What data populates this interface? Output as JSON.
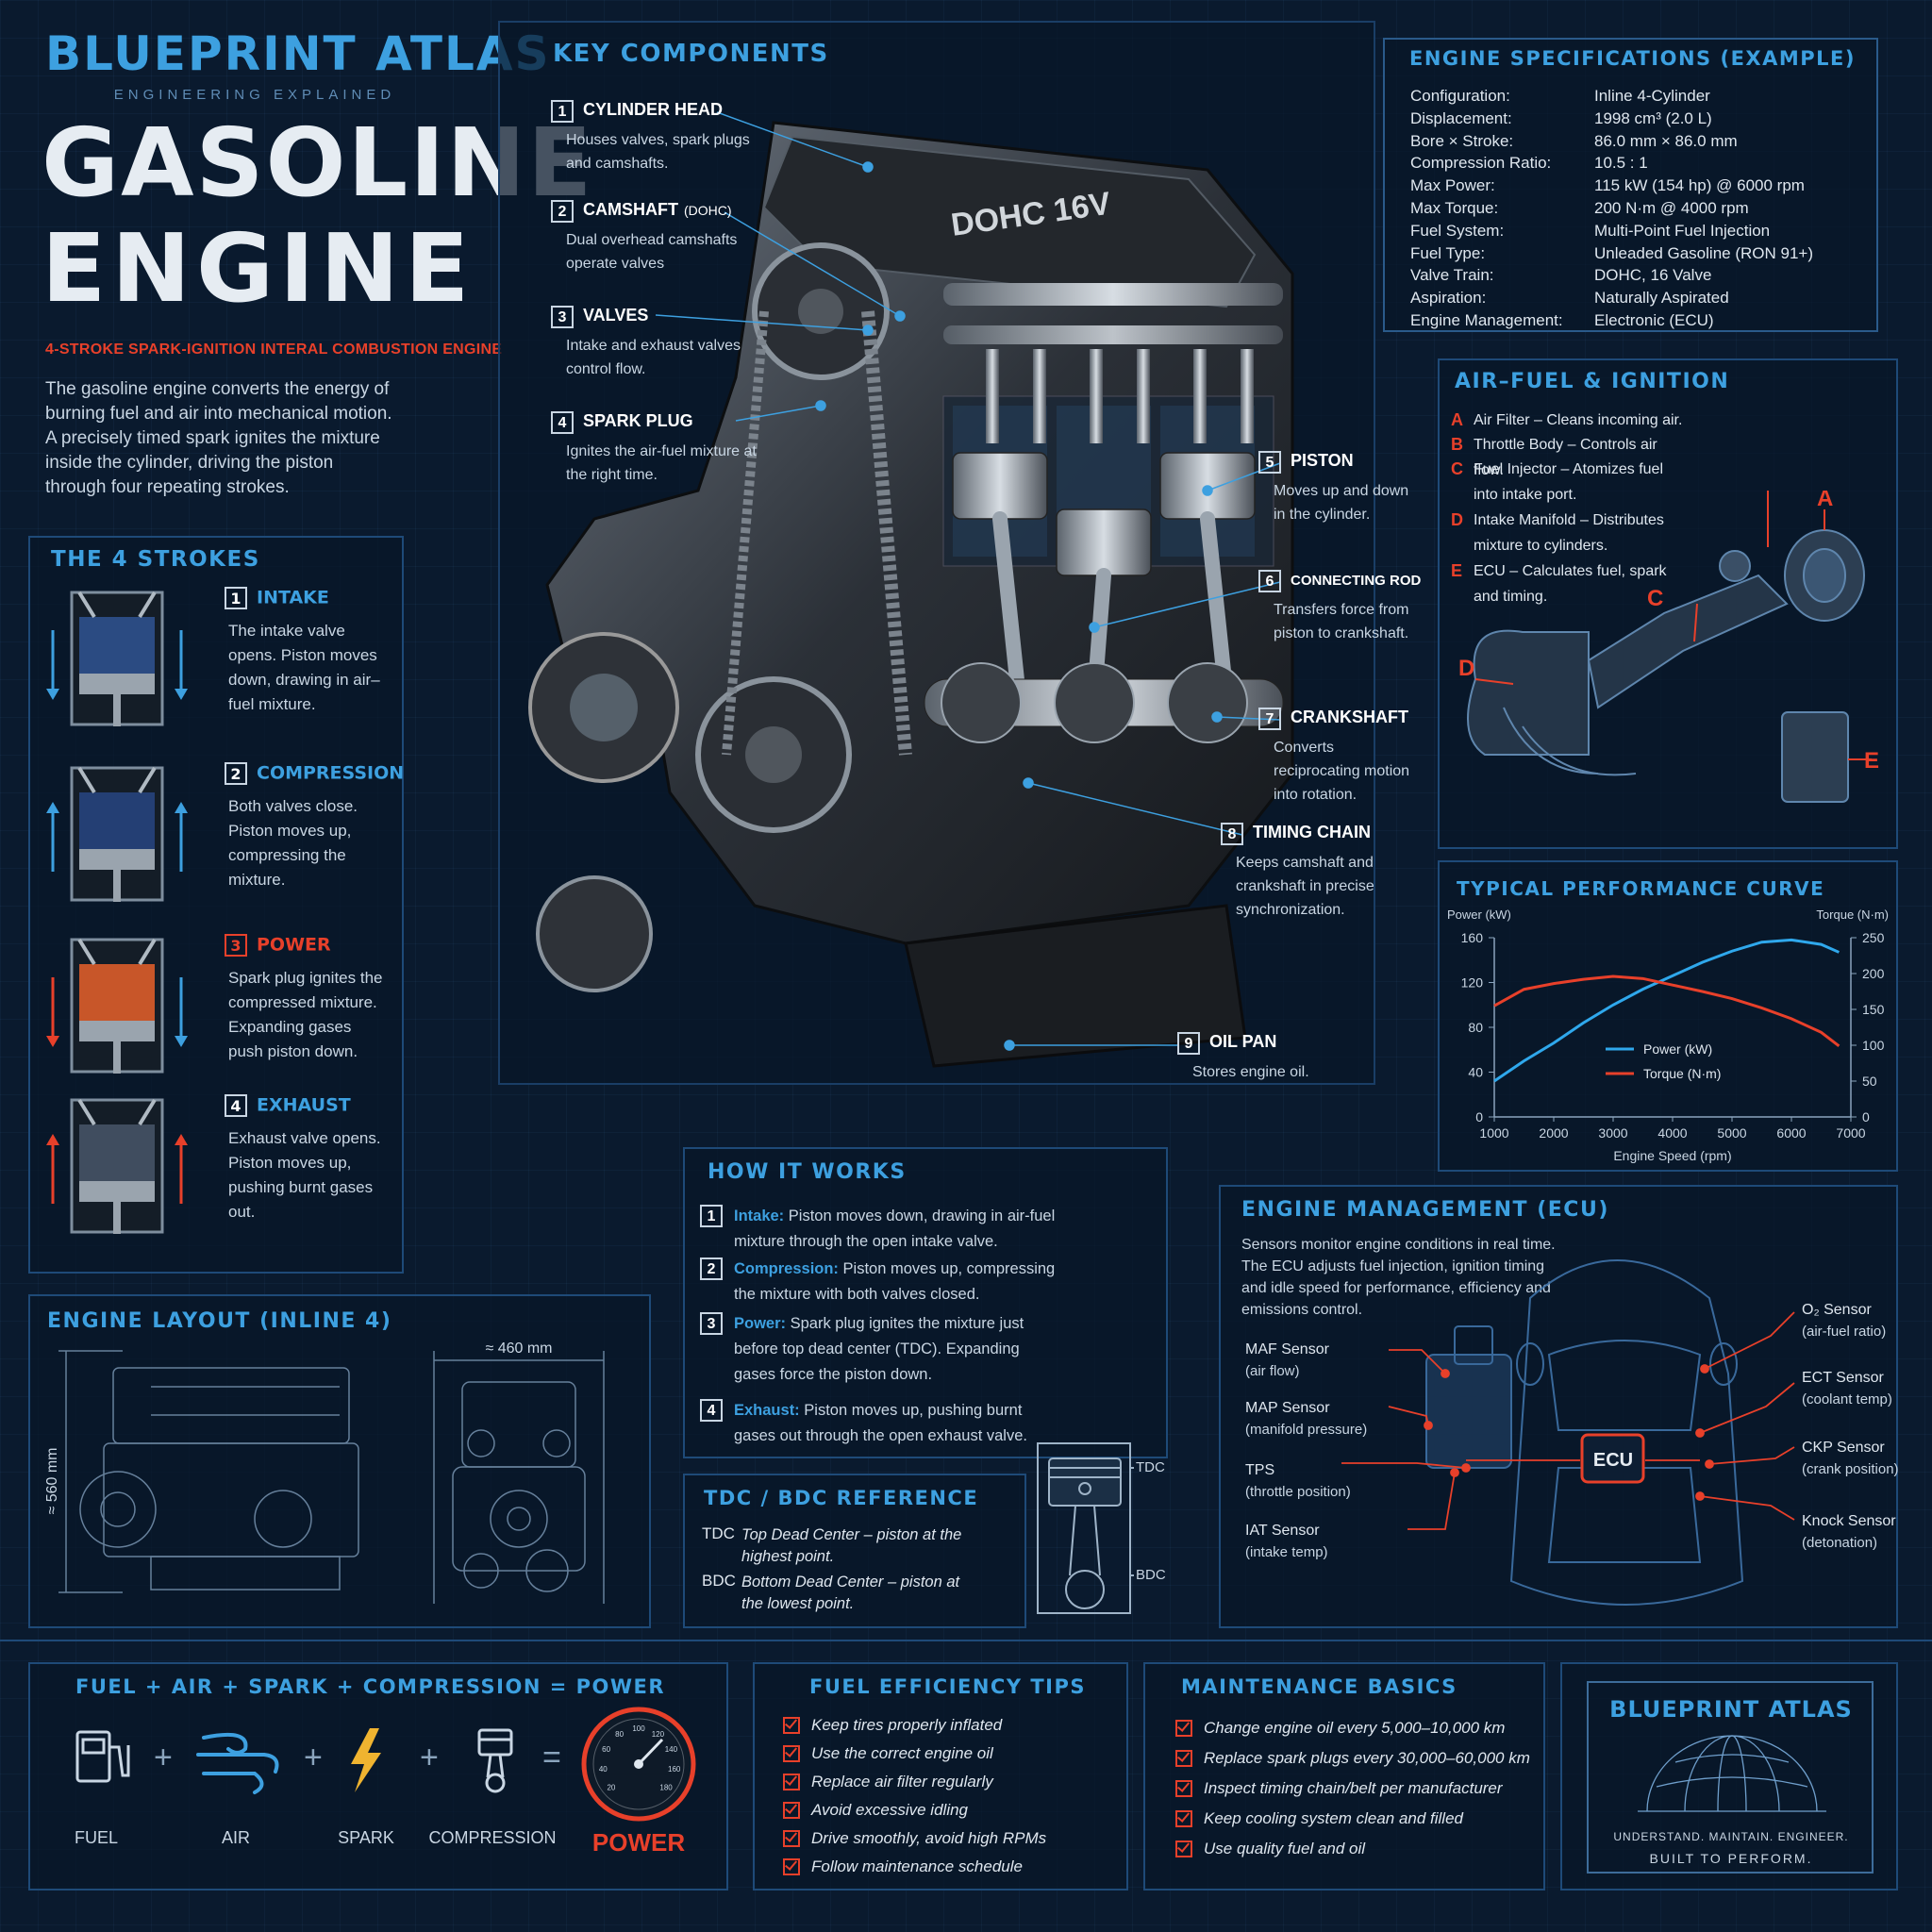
{
  "brand": {
    "name": "BLUEPRINT ATLAS",
    "tagline": "ENGINEERING EXPLAINED",
    "title_line1": "GASOLINE",
    "title_line2": "ENGINE",
    "subtitle": "4-STROKE SPARK-IGNITION INTERAL COMBUSTION ENGINE",
    "intro": "The gasoline engine converts the energy of burning fuel and air into mechanical motion. A precisely timed spark ignites the mixture inside the cylinder, driving the piston through four repeating strokes."
  },
  "strokes": {
    "title": "THE 4 STROKES",
    "items": [
      {
        "n": "1",
        "name": "INTAKE",
        "desc": "The intake valve opens. Piston moves down, drawing in air–fuel mixture."
      },
      {
        "n": "2",
        "name": "COMPRESSION",
        "desc": "Both valves close. Piston moves up, compressing the mixture."
      },
      {
        "n": "3",
        "name": "POWER",
        "desc": "Spark plug ignites the compressed mixture. Expanding gases push piston down."
      },
      {
        "n": "4",
        "name": "EXHAUST",
        "desc": "Exhaust valve opens. Piston moves up, pushing burnt gases out."
      }
    ]
  },
  "components": {
    "title": "KEY COMPONENTS",
    "engine_label": "DOHC 16V",
    "items": [
      {
        "n": "1",
        "name": "CYLINDER HEAD",
        "suffix": "",
        "desc": "Houses valves, spark plugs and camshafts."
      },
      {
        "n": "2",
        "name": "CAMSHAFT",
        "suffix": "(DOHC)",
        "desc": "Dual overhead camshafts operate valves"
      },
      {
        "n": "3",
        "name": "VALVES",
        "suffix": "",
        "desc": "Intake and exhaust valves control flow."
      },
      {
        "n": "4",
        "name": "SPARK PLUG",
        "suffix": "",
        "desc": "Ignites the air-fuel mixture at the right time."
      },
      {
        "n": "5",
        "name": "PISTON",
        "suffix": "",
        "desc": "Moves up and down in the cylinder."
      },
      {
        "n": "6",
        "name": "CONNECTING ROD",
        "suffix": "",
        "desc": "Transfers force from piston to crankshaft."
      },
      {
        "n": "7",
        "name": "CRANKSHAFT",
        "suffix": "",
        "desc": "Converts reciprocating motion into rotation."
      },
      {
        "n": "8",
        "name": "TIMING CHAIN",
        "suffix": "",
        "desc": "Keeps camshaft and crankshaft in precise synchronization."
      },
      {
        "n": "9",
        "name": "OIL PAN",
        "suffix": "",
        "desc": "Stores engine oil."
      }
    ]
  },
  "specs": {
    "title": "ENGINE SPECIFICATIONS (EXAMPLE)",
    "rows": [
      {
        "k": "Configuration:",
        "v": "Inline 4-Cylinder"
      },
      {
        "k": "Displacement:",
        "v": "1998 cm³ (2.0 L)"
      },
      {
        "k": "Bore × Stroke:",
        "v": "86.0 mm × 86.0 mm"
      },
      {
        "k": "Compression Ratio:",
        "v": "10.5 : 1"
      },
      {
        "k": "Max Power:",
        "v": "115 kW (154 hp) @ 6000 rpm"
      },
      {
        "k": "Max Torque:",
        "v": "200 N·m @ 4000 rpm"
      },
      {
        "k": "Fuel System:",
        "v": "Multi-Point Fuel Injection"
      },
      {
        "k": "Fuel Type:",
        "v": "Unleaded Gasoline (RON 91+)"
      },
      {
        "k": "Valve Train:",
        "v": "DOHC, 16 Valve"
      },
      {
        "k": "Aspiration:",
        "v": "Naturally Aspirated"
      },
      {
        "k": "Engine Management:",
        "v": "Electronic (ECU)"
      }
    ]
  },
  "airfuel": {
    "title": "AIR–FUEL & IGNITION",
    "items": [
      {
        "l": "A",
        "name": "Air Filter",
        "desc": "– Cleans incoming air."
      },
      {
        "l": "B",
        "name": "Throttle Body",
        "desc": "– Controls air flow."
      },
      {
        "l": "C",
        "name": "Fuel Injector",
        "desc": "– Atomizes fuel into intake port."
      },
      {
        "l": "D",
        "name": "Intake Manifold",
        "desc": "– Distributes mixture to cylinders."
      },
      {
        "l": "E",
        "name": "ECU",
        "desc": "– Calculates fuel, spark and timing."
      }
    ]
  },
  "chart_data": {
    "type": "line",
    "title": "TYPICAL PERFORMANCE CURVE",
    "xlabel": "Engine Speed (rpm)",
    "ylabel": "Power (kW)",
    "y2label": "Torque (N·m)",
    "xlim": [
      1000,
      7000
    ],
    "ylim": [
      0,
      160
    ],
    "y2lim": [
      0,
      250
    ],
    "xticks": [
      "1000",
      "2000",
      "3000",
      "4000",
      "5000",
      "6000",
      "7000"
    ],
    "yticks": [
      "0",
      "40",
      "80",
      "120",
      "160"
    ],
    "y2ticks": [
      "0",
      "50",
      "100",
      "150",
      "200",
      "250"
    ],
    "legend": "center-right",
    "series": [
      {
        "name": "Power (kW)",
        "axis": "left",
        "color": "#2fa8ec",
        "x": [
          1000,
          1500,
          2000,
          2500,
          3000,
          3500,
          4000,
          4500,
          5000,
          5500,
          6000,
          6500,
          6800
        ],
        "y": [
          32,
          50,
          66,
          84,
          100,
          114,
          126,
          138,
          148,
          156,
          158,
          154,
          147
        ]
      },
      {
        "name": "Torque (N·m)",
        "axis": "right",
        "color": "#e8402a",
        "x": [
          1000,
          1500,
          2000,
          2500,
          3000,
          3500,
          4000,
          4500,
          5000,
          5500,
          6000,
          6500,
          6800
        ],
        "y": [
          155,
          178,
          186,
          192,
          196,
          193,
          184,
          175,
          165,
          152,
          137,
          118,
          99
        ]
      }
    ]
  },
  "how": {
    "title": "HOW IT WORKS",
    "items": [
      {
        "n": "1",
        "k": "Intake:",
        "t": "Piston moves down, drawing in air-fuel mixture through the open intake valve."
      },
      {
        "n": "2",
        "k": "Compression:",
        "t": "Piston moves up, compressing the mixture with both valves closed."
      },
      {
        "n": "3",
        "k": "Power:",
        "t": "Spark plug ignites the mixture just before top dead center (TDC). Expanding gases force the piston down."
      },
      {
        "n": "4",
        "k": "Exhaust:",
        "t": "Piston moves up, pushing burnt gases out through the open exhaust valve."
      }
    ]
  },
  "tdc": {
    "title": "TDC / BDC REFERENCE",
    "rows": [
      {
        "k": "TDC",
        "t": "Top Dead Center – piston at the highest point."
      },
      {
        "k": "BDC",
        "t": "Bottom Dead Center – piston at the lowest point."
      }
    ],
    "tdc_tag": "TDC",
    "bdc_tag": "BDC"
  },
  "layout": {
    "title": "ENGINE LAYOUT (INLINE 4)",
    "height": "≈ 560 mm",
    "width": "≈ 460 mm"
  },
  "ecu": {
    "title": "ENGINE MANAGEMENT (ECU)",
    "desc": "Sensors monitor engine conditions in real time. The ECU adjusts fuel injection, ignition timing and idle speed for performance, efficiency and emissions control.",
    "center": "ECU",
    "left": [
      {
        "name": "MAF Sensor",
        "sub": "(air flow)"
      },
      {
        "name": "MAP Sensor",
        "sub": "(manifold pressure)"
      },
      {
        "name": "TPS",
        "sub": "(throttle position)"
      },
      {
        "name": "IAT Sensor",
        "sub": "(intake temp)"
      }
    ],
    "right": [
      {
        "name": "O₂ Sensor",
        "sub": "(air-fuel ratio)"
      },
      {
        "name": "ECT Sensor",
        "sub": "(coolant temp)"
      },
      {
        "name": "CKP Sensor",
        "sub": "(crank position)"
      },
      {
        "name": "Knock Sensor",
        "sub": "(detonation)"
      }
    ]
  },
  "formula": {
    "title": "FUEL + AIR + SPARK + COMPRESSION = POWER",
    "items": [
      "FUEL",
      "AIR",
      "SPARK",
      "COMPRESSION"
    ],
    "result": "POWER",
    "plus": "+",
    "equals": "=",
    "gauge_ticks": [
      "20",
      "40",
      "60",
      "80",
      "100",
      "120",
      "140",
      "160",
      "180"
    ]
  },
  "tips": {
    "title": "FUEL EFFICIENCY TIPS",
    "items": [
      "Keep tires properly inflated",
      "Use the correct engine oil",
      "Replace air filter regularly",
      "Avoid excessive idling",
      "Drive smoothly, avoid high RPMs",
      "Follow maintenance schedule"
    ]
  },
  "maint": {
    "title": "MAINTENANCE BASICS",
    "items": [
      "Change engine oil every 5,000–10,000 km",
      "Replace spark plugs every 30,000–60,000 km",
      "Inspect timing chain/belt per manufacturer",
      "Keep cooling system clean and filled",
      "Use quality fuel and oil"
    ]
  },
  "badge": {
    "name": "BLUEPRINT ATLAS",
    "line1": "UNDERSTAND. MAINTAIN. ENGINEER.",
    "line2": "BUILT TO PERFORM."
  },
  "colors": {
    "accent": "#3da0e0",
    "alert": "#e8402a",
    "bg": "#0a1a2e"
  }
}
